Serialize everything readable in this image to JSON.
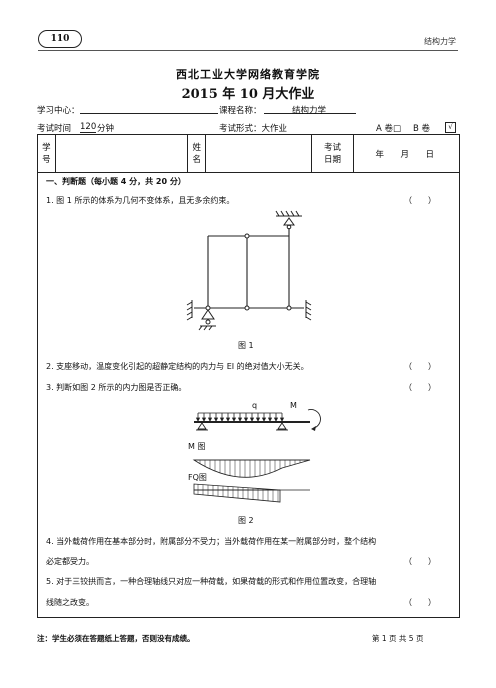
{
  "header": {
    "badge": "110",
    "course_tag": "结构力学"
  },
  "school": "西北工业大学网络教育学院",
  "title": "2015 年 10 月大作业",
  "info": {
    "center_label": "学习中心：",
    "course_label": "课程名称：",
    "course_value": "结构力学",
    "time_label": "考试时间",
    "time_value": "120",
    "time_unit": "分钟",
    "form_label": "考试形式：大作业",
    "paper_a": "A 卷□",
    "paper_b": "B 卷",
    "paper_b_box": "√"
  },
  "table": {
    "student_id": "学号",
    "name": "姓名",
    "exam_date": "考试日期",
    "date_fields": "年　月　日"
  },
  "section1": {
    "heading": "一、判断题（每小题 4 分，共 20 分）",
    "q1": "1. 图 1 所示的体系为几何不变体系，且无多余约束。",
    "fig1": "图 1",
    "q2": "2. 支座移动，温度变化引起的超静定结构的内力与 EI 的绝对值大小无关。",
    "q3": "3. 判断如图 2 所示的内力图是否正确。",
    "fig2_q": "q",
    "fig2_M": "M",
    "fig2_mdiagram": "M 图",
    "fig2_fqdiagram": "FQ图",
    "fig2": "图 2",
    "q4_line1": "4. 当外载荷作用在基本部分时，附属部分不受力；当外载荷作用在某一附属部分时，整个结构",
    "q4_line2": "必定都受力。",
    "q5_line1": "5. 对于三铰拱而言，一种合理轴线只对应一种荷载，如果荷载的形式和作用位置改变，合理轴",
    "q5_line2": "线随之改变。",
    "answer_paren": "（　　）"
  },
  "footer": {
    "note": "注：学生必须在答题纸上答题，否则没有成绩。",
    "page": "第 1 页 共 5 页"
  }
}
